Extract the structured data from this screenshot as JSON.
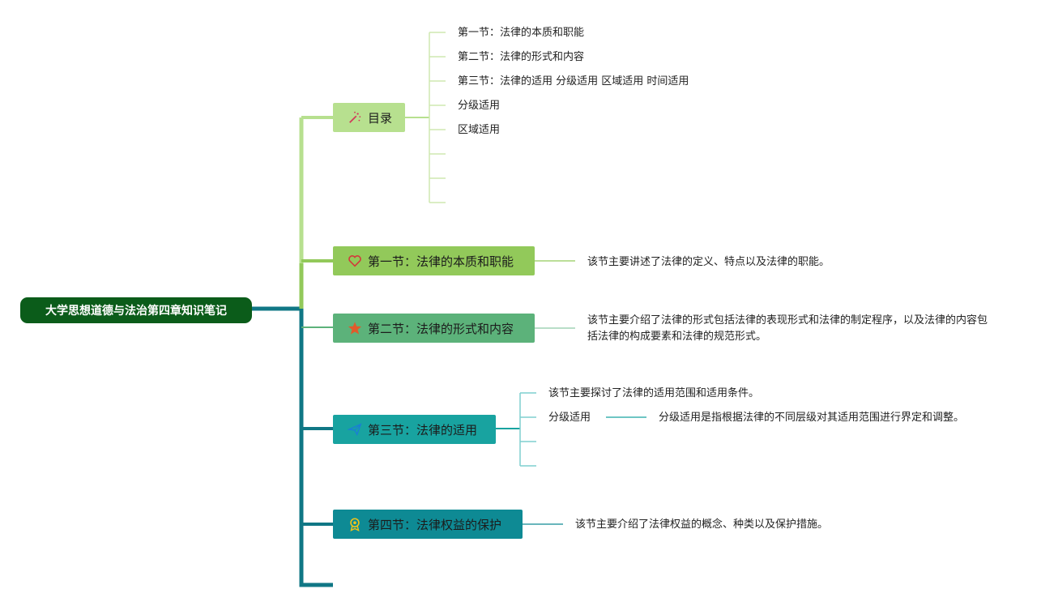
{
  "root": {
    "title": "大学思想道德与法治第四章知识笔记"
  },
  "colors": {
    "root_bg": "#0b5c1a",
    "toc": "#b7e08f",
    "sec1": "#92c95a",
    "sec2": "#5cb27a",
    "sec3": "#18a3a0",
    "sec4": "#0e8a94",
    "line_teal": "#107785"
  },
  "toc": {
    "label": "目录",
    "icon": "magic-wand-icon",
    "items": [
      "第一节：法律的本质和职能",
      "第二节：法律的形式和内容",
      "第三节：法律的适用 分级适用 区域适用 时间适用",
      "分级适用",
      "区域适用"
    ]
  },
  "sections": [
    {
      "label": "第一节：法律的本质和职能",
      "icon": "heart-icon",
      "summary": "该节主要讲述了法律的定义、特点以及法律的职能。"
    },
    {
      "label": "第二节：法律的形式和内容",
      "icon": "star-icon",
      "summary": "该节主要介绍了法律的形式包括法律的表现形式和法律的制定程序，以及法律的内容包括法律的构成要素和法律的规范形式。"
    },
    {
      "label": "第三节：法律的适用",
      "icon": "paper-plane-icon",
      "summary": "该节主要探讨了法律的适用范围和适用条件。",
      "sub_label": "分级适用",
      "sub_detail": "分级适用是指根据法律的不同层级对其适用范围进行界定和调整。"
    },
    {
      "label": "第四节：法律权益的保护",
      "icon": "award-icon",
      "summary": "该节主要介绍了法律权益的概念、种类以及保护措施。"
    }
  ]
}
